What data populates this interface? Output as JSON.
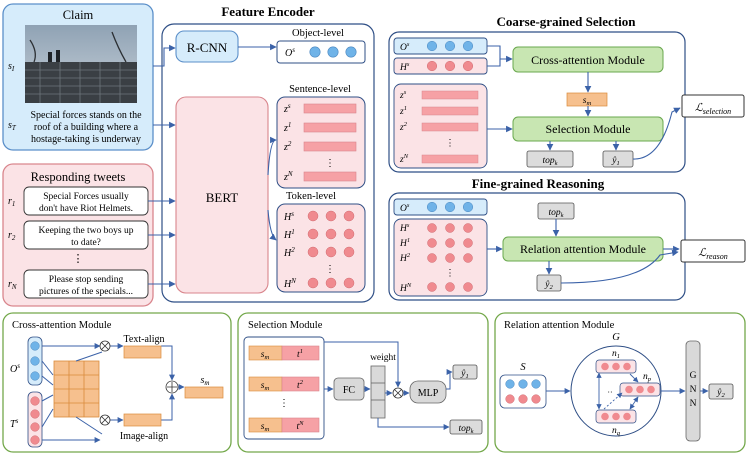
{
  "claim": {
    "title": "Claim",
    "image_label": "s_I",
    "text_label": "s_T",
    "text_lines": [
      "Special forces stands on the",
      "roof of a building where a",
      "hostage-taking is underway"
    ]
  },
  "responding_tweets": {
    "title": "Responding tweets",
    "tweets": [
      {
        "label": "r_1",
        "lines": [
          "Special Forces usually",
          "don't have Riot Helmets."
        ]
      },
      {
        "label": "r_2",
        "lines": [
          "Keeping the two boys up",
          "to date?"
        ]
      },
      {
        "label": "r_N",
        "lines": [
          "Please stop sending",
          "pictures of the specials..."
        ]
      }
    ]
  },
  "feature_encoder": {
    "title": "Feature Encoder",
    "rcnn": "R-CNN",
    "bert": "BERT",
    "object_level": "Object-level",
    "sentence_level": "Sentence-level",
    "token_level": "Token-level",
    "object_symbol": "O^s",
    "sentence_symbols": [
      "z^s",
      "z^1",
      "z^2",
      "z^N"
    ],
    "token_symbols": [
      "H^s",
      "H^1",
      "H^2",
      "H^N"
    ]
  },
  "coarse": {
    "title": "Coarse-grained Selection",
    "cross_attention": "Cross-attention Module",
    "selection": "Selection Module",
    "sm": "s_m",
    "topk": "top_k",
    "y1": "ŷ_1",
    "loss": "selection",
    "row_symbols": [
      "O^s",
      "H^s"
    ],
    "z_symbols": [
      "z^s",
      "z^1",
      "z^2",
      "z^N"
    ]
  },
  "fine": {
    "title": "Fine-grained Reasoning",
    "relation": "Relation attention Module",
    "topk": "top_k",
    "y2": "ŷ_2",
    "loss": "reason",
    "row_symbol": "O^s",
    "h_symbols": [
      "H^s",
      "H^1",
      "H^2",
      "H^N"
    ]
  },
  "cross_module": {
    "title": "Cross-attention Module",
    "os": "O^s",
    "ts": "T^s",
    "text_align": "Text-align",
    "image_align": "Image-align",
    "sm": "s_m"
  },
  "selection_module": {
    "title": "Selection Module",
    "rows": [
      {
        "s": "s_m",
        "t": "t^1"
      },
      {
        "s": "s_m",
        "t": "t^2"
      },
      {
        "s": "s_m",
        "t": "t^N"
      }
    ],
    "fc": "FC",
    "weight": "weight",
    "mlp": "MLP",
    "y1": "ŷ_1",
    "topk": "top_k"
  },
  "relation_module": {
    "title": "Relation attention Module",
    "s": "S",
    "g": "G",
    "nodes": [
      "n_1",
      "n_p",
      "n_q"
    ],
    "gnn": "GNN",
    "y2": "ŷ_2"
  },
  "colors": {
    "blue_fill": "#d6ecfb",
    "blue_stroke": "#5b8fc9",
    "red_fill": "#fbe3e6",
    "red_stroke": "#d9868d",
    "green_fill": "#c8e6b2",
    "green_stroke": "#6aa84f",
    "orange_fill": "#f6c08e",
    "panel_stroke": "#2f4f86",
    "module_panel_stroke": "#73a84a",
    "circle_blue": "#6fb3e8",
    "circle_red": "#f08a8f",
    "bar_red": "#f6a1a5"
  }
}
